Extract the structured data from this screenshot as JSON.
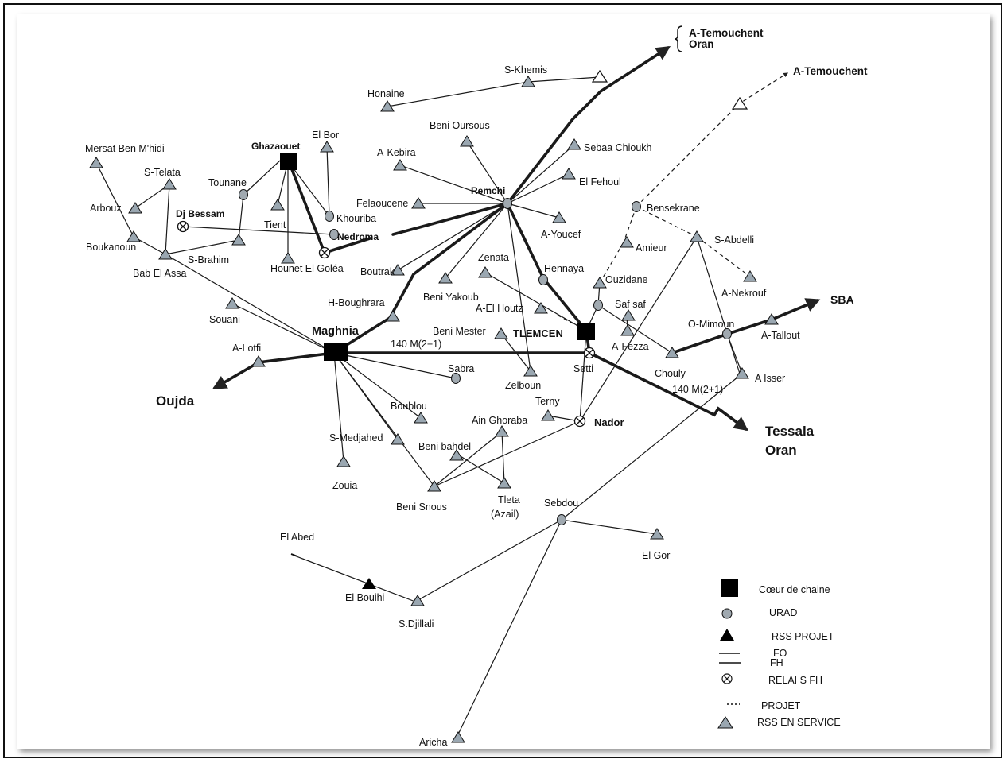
{
  "labels": {
    "a_temouchent_oran": "A-Temouchent",
    "oran_top": "Oran",
    "a_temouchent": "A-Temouchent",
    "s_khemis": "S-Khemis",
    "honaine": "Honaine",
    "beni_oursous": "Beni Oursous",
    "a_kebira": "A-Kebira",
    "sebaa_chioukh": "Sebaa Chioukh",
    "el_fehoul": "El Fehoul",
    "remchi": "Remchi",
    "felaoucene": "Felaoucene",
    "bensekrane": "Bensekrane",
    "a_youcef": "A-Youcef",
    "s_abdelli": "S-Abdelli",
    "amieur": "Amieur",
    "mersat": "Mersat Ben M'hidi",
    "ghazaouet": "Ghazaouet",
    "el_bor": "El Bor",
    "s_telata": "S-Telata",
    "tounane": "Tounane",
    "arbouz": "Arbouz",
    "dj_bessam": "Dj Bessam",
    "khouriba": "Khouriba",
    "tient": "Tient",
    "nedroma": "Nedroma",
    "boukanoun": "Boukanoun",
    "s_brahim": "S-Brahim",
    "bab_el_assa": "Bab El Assa",
    "hounet": "Hounet El Goléa",
    "boutrak": "Boutrak",
    "zenata": "Zenata",
    "hennaya": "Hennaya",
    "ouzidane": "Ouzidane",
    "a_nekrouf": "A-Nekrouf",
    "beni_yakoub": "Beni Yakoub",
    "a_el_houtz": "A-El Houtz",
    "saf_saf": "Saf saf",
    "sba": "SBA",
    "h_boughrara": "H-Boughrara",
    "souani": "Souani",
    "maghnia": "Maghnia",
    "beni_mester": "Beni Mester",
    "tlemcen": "TLEMCEN",
    "o_mimoun": "O-Mimoun",
    "a_tallout": "A-Tallout",
    "a_fezza": "A-Fezza",
    "a_lotfi": "A-Lotfi",
    "link1": "140 M(2+1)",
    "setti": "Setti",
    "chouly": "Chouly",
    "a_isser": "A Isser",
    "link2": "140 M(2+1)",
    "sabra": "Sabra",
    "zelboun": "Zelboun",
    "oujda": "Oujda",
    "boublou": "Boublou",
    "terny": "Terny",
    "nador": "Nador",
    "tessala": "Tessala",
    "oran_bottom": "Oran",
    "ain_ghoraba": "Ain Ghoraba",
    "s_medjahed": "S-Medjahed",
    "beni_bahdel": "Beni bahdel",
    "zouia": "Zouia",
    "beni_snous": "Beni Snous",
    "tleta": "Tleta",
    "azail": "(Azail)",
    "sebdou": "Sebdou",
    "el_abed": "El Abed",
    "el_gor": "El Gor",
    "el_bouihi": "El Bouihi",
    "s_djillali": "S.Djillali",
    "aricha": "Aricha"
  },
  "legend": {
    "coeur": "Cœur de chaine",
    "urad": "URAD",
    "rss_projet": "RSS  PROJET",
    "fo": "FO",
    "fh": "FH",
    "relais": "RELAI S  FH",
    "projet": "PROJET",
    "rss_service": "RSS EN SERVICE"
  },
  "colors": {
    "line": "#1a1a1a",
    "rss_fill": "#9aa7b1",
    "urad_fill": "#a0a9b0",
    "core_fill": "#000000"
  }
}
